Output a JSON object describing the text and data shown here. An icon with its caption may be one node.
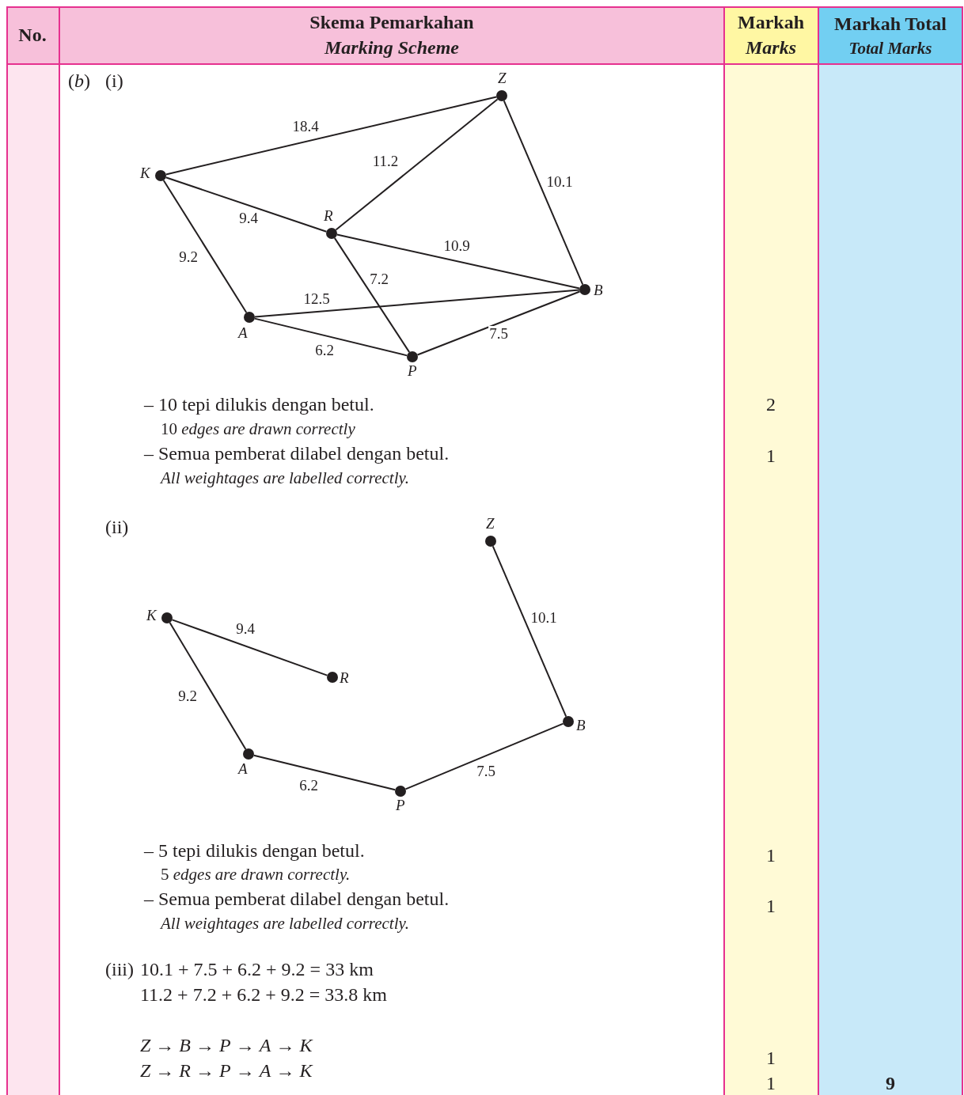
{
  "diagram": {
    "nodes": [
      {
        "text": [
          "Z"
        ]
      },
      {
        "text": [
          "K"
        ]
      },
      {
        "text": [
          "R"
        ]
      },
      {
        "text": [
          "B"
        ]
      },
      {
        "text": [
          "A"
        ]
      },
      {
        "text": [
          "P"
        ]
      },
      {
        "text": [
          "Z"
        ]
      },
      {
        "text": [
          "K"
        ]
      },
      {
        "text": [
          "R"
        ]
      },
      {
        "text": [
          "B"
        ]
      },
      {
        "text": [
          "A"
        ]
      },
      {
        "text": [
          "P"
        ]
      }
    ],
    "edges": [
      {
        "from": 1,
        "to": 0,
        "arrow": "none",
        "label": "18.4"
      },
      {
        "from": 2,
        "to": 0,
        "arrow": "none",
        "label": "11.2"
      },
      {
        "from": 0,
        "to": 3,
        "arrow": "none",
        "label": "10.1"
      },
      {
        "from": 1,
        "to": 2,
        "arrow": "none",
        "label": "9.4"
      },
      {
        "from": 1,
        "to": 4,
        "arrow": "none",
        "label": "9.2"
      },
      {
        "from": 2,
        "to": 3,
        "arrow": "none",
        "label": "10.9"
      },
      {
        "from": 2,
        "to": 5,
        "arrow": "none",
        "label": "7.2"
      },
      {
        "from": 4,
        "to": 3,
        "arrow": "none",
        "label": "12.5"
      },
      {
        "from": 4,
        "to": 5,
        "arrow": "none",
        "label": "6.2"
      },
      {
        "from": 5,
        "to": 3,
        "arrow": "none",
        "label": "7.5"
      },
      {
        "from": 6,
        "to": 9,
        "arrow": "none",
        "label": "10.1"
      },
      {
        "from": 7,
        "to": 8,
        "arrow": "none",
        "label": "9.4"
      },
      {
        "from": 7,
        "to": 10,
        "arrow": "none",
        "label": "9.2"
      },
      {
        "from": 10,
        "to": 11,
        "arrow": "none",
        "label": "6.2"
      },
      {
        "from": 11,
        "to": 9,
        "arrow": "none",
        "label": "7.5"
      }
    ],
    "labels": [
      "No.",
      "Skema Pemarkahan",
      "Marking Scheme",
      "Markah",
      "Marks",
      "Markah Total",
      "Total Marks",
      "(*b*)",
      "(i)",
      "– 10 tepi dilukis dengan betul.",
      "10 *edges are drawn correctly*",
      "2",
      "– Semua pemberat dilabel dengan betul.",
      "All weightages are labelled correctly.",
      "1",
      "(ii)",
      "– 5 tepi dilukis dengan betul.",
      "5 *edges are drawn correctly.*",
      "1",
      "– Semua pemberat dilabel dengan betul.",
      "All weightages are labelled correctly.",
      "1",
      "(iii)",
      "10.1 + 7.5 + 6.2 + 9.2 = 33 km",
      "11.2 + 7.2 + 6.2 + 9.2 = 33.8 km",
      "*Z* → *B* → *P* → *A* → *K*",
      "*Z* → *R* → *P* → *A* → *K*",
      "1",
      "1",
      "9"
    ]
  }
}
